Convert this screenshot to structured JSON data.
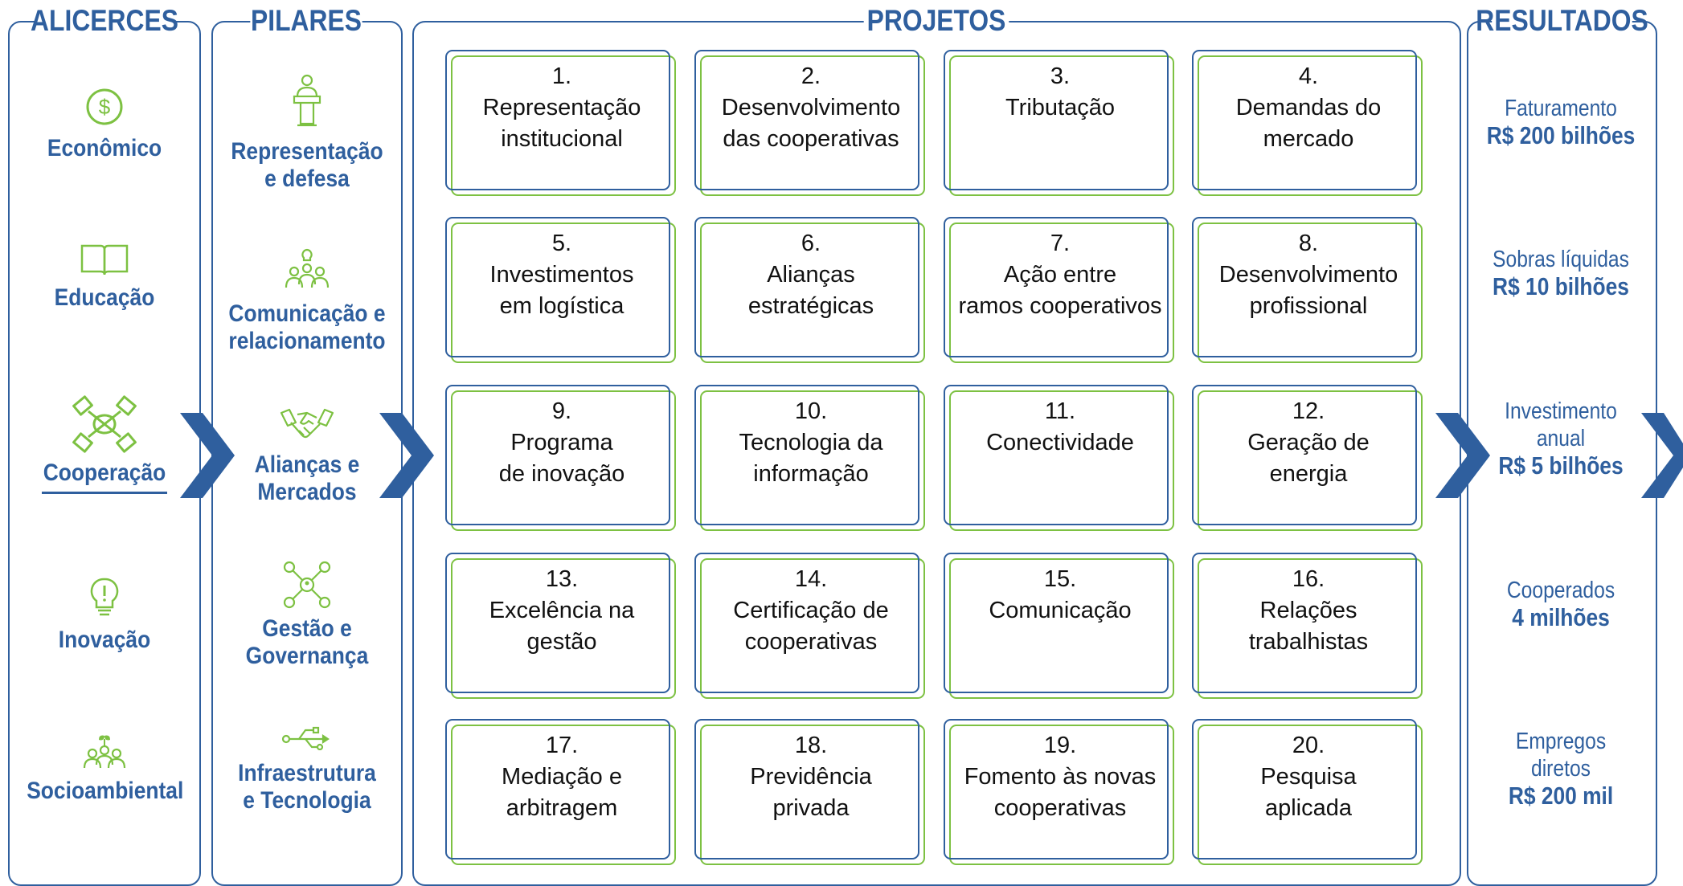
{
  "columns": {
    "alicerces": "ALICERCES",
    "pilares": "PILARES",
    "projetos": "PROJETOS",
    "resultados": "RESULTADOS"
  },
  "alicerces": [
    {
      "label": "Econômico",
      "icon": "dollar-coin-icon"
    },
    {
      "label": "Educação",
      "icon": "open-book-icon"
    },
    {
      "label": "Cooperação",
      "icon": "hands-together-icon",
      "highlighted": true
    },
    {
      "label": "Inovação",
      "icon": "lightbulb-icon"
    },
    {
      "label": "Socioambiental",
      "icon": "people-sprout-icon"
    }
  ],
  "pilares": [
    {
      "line1": "Representação",
      "line2": "e defesa",
      "icon": "podium-speaker-icon"
    },
    {
      "line1": "Comunicação e",
      "line2": "relacionamento",
      "icon": "people-idea-icon"
    },
    {
      "line1": "Alianças e",
      "line2": "Mercados",
      "icon": "handshake-icon"
    },
    {
      "line1": "Gestão e",
      "line2": "Governança",
      "icon": "network-nodes-icon"
    },
    {
      "line1": "Infraestrutura",
      "line2": "e Tecnologia",
      "icon": "usb-icon"
    }
  ],
  "projetos": [
    {
      "num": "1.",
      "l1": "Representação",
      "l2": "institucional"
    },
    {
      "num": "2.",
      "l1": "Desenvolvimento",
      "l2": "das cooperativas"
    },
    {
      "num": "3.",
      "l1": "Tributação",
      "l2": ""
    },
    {
      "num": "4.",
      "l1": "Demandas do",
      "l2": "mercado"
    },
    {
      "num": "5.",
      "l1": "Investimentos",
      "l2": "em logística"
    },
    {
      "num": "6.",
      "l1": "Alianças",
      "l2": "estratégicas"
    },
    {
      "num": "7.",
      "l1": "Ação entre",
      "l2": "ramos cooperativos"
    },
    {
      "num": "8.",
      "l1": "Desenvolvimento",
      "l2": "profissional"
    },
    {
      "num": "9.",
      "l1": "Programa",
      "l2": "de inovação"
    },
    {
      "num": "10.",
      "l1": "Tecnologia da",
      "l2": "informação"
    },
    {
      "num": "11.",
      "l1": "Conectividade",
      "l2": ""
    },
    {
      "num": "12.",
      "l1": "Geração de",
      "l2": "energia"
    },
    {
      "num": "13.",
      "l1": "Excelência na",
      "l2": "gestão"
    },
    {
      "num": "14.",
      "l1": "Certificação de",
      "l2": "cooperativas"
    },
    {
      "num": "15.",
      "l1": "Comunicação",
      "l2": ""
    },
    {
      "num": "16.",
      "l1": "Relações",
      "l2": "trabalhistas"
    },
    {
      "num": "17.",
      "l1": "Mediação e",
      "l2": "arbitragem"
    },
    {
      "num": "18.",
      "l1": "Previdência",
      "l2": "privada"
    },
    {
      "num": "19.",
      "l1": "Fomento às novas",
      "l2": "cooperativas"
    },
    {
      "num": "20.",
      "l1": "Pesquisa",
      "l2": "aplicada"
    }
  ],
  "resultados": [
    {
      "l1": "Faturamento",
      "l2": "",
      "value": "R$ 200 bilhões"
    },
    {
      "l1": "Sobras líquidas",
      "l2": "",
      "value": "R$ 10 bilhões"
    },
    {
      "l1": "Investimento",
      "l2": "anual",
      "value": "R$ 5 bilhões"
    },
    {
      "l1": "Cooperados",
      "l2": "",
      "value": "4 milhões"
    },
    {
      "l1": "Empregos",
      "l2": "diretos",
      "value": "R$ 200 mil"
    }
  ],
  "colors": {
    "blue": "#2f5f9e",
    "green": "#7dc142",
    "text": "#111111"
  }
}
